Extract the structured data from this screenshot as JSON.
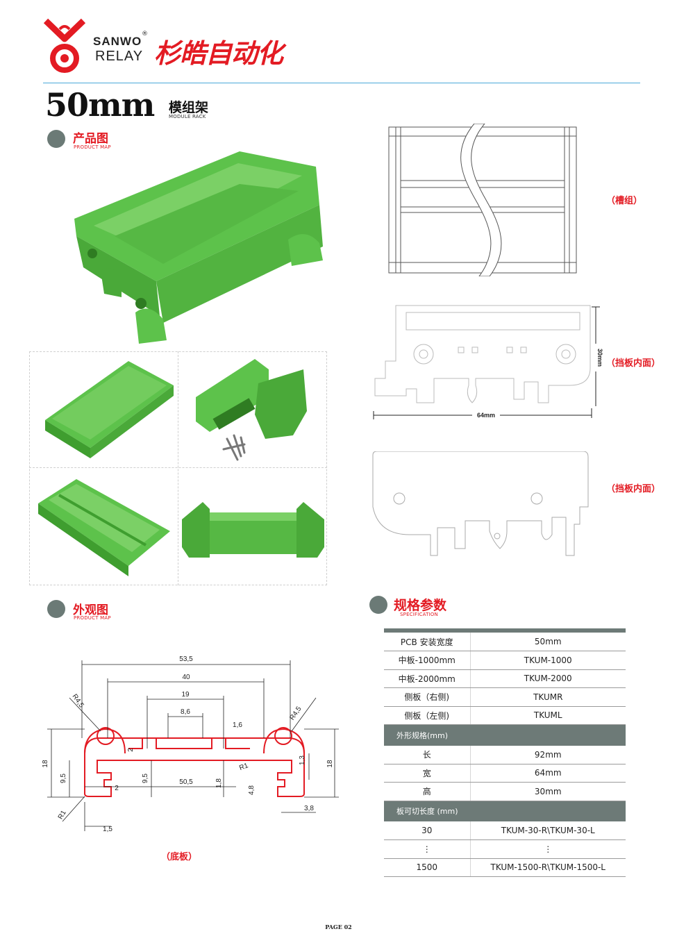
{
  "header": {
    "brand_en": "SANWO",
    "brand_reg": "®",
    "brand_relay": "RELAY",
    "brand_cn": "杉皓自动化"
  },
  "title": {
    "main": "50mm",
    "cn": "模组架",
    "en": "MODULE RACK"
  },
  "sections": {
    "product": {
      "cn": "产品图",
      "en": "PRODUCT MAP"
    },
    "outline": {
      "cn": "外观图",
      "en": "PRODUCT MAP"
    },
    "spec": {
      "cn": "规格参数",
      "en": "SPECIFICATION"
    }
  },
  "drawing_labels": {
    "slot": "（槽组）",
    "baffle_inner_1": "（挡板内面）",
    "baffle_inner_2": "（挡板内面）",
    "base": "（底板）",
    "dim_width": "64mm",
    "dim_height": "30mm"
  },
  "profile_dims": {
    "d1": "53,5",
    "d2": "40",
    "d3": "19",
    "d4": "8,6",
    "d5": "1,6",
    "d6": "R4,5",
    "d7": "R4,5",
    "d8": "18",
    "d9": "18",
    "d10": "9,5",
    "d11": "9,5",
    "d12": "50,5",
    "d13": "1,8",
    "d14": "2",
    "d15": "2",
    "d16": "1,3",
    "d17": "R1",
    "d18": "R1",
    "d19": "4,8",
    "d20": "3,8",
    "d21": "1,5"
  },
  "spec_table": {
    "rows_a": [
      {
        "k": "PCB 安装宽度",
        "v": "50mm"
      },
      {
        "k": "中板-1000mm",
        "v": "TKUM-1000"
      },
      {
        "k": "中板-2000mm",
        "v": "TKUM-2000"
      },
      {
        "k": "侧板（右侧)",
        "v": "TKUMR"
      },
      {
        "k": "侧板（左侧)",
        "v": "TKUML"
      }
    ],
    "head_b": "外形规格(mm)",
    "rows_b": [
      {
        "k": "长",
        "v": "92mm"
      },
      {
        "k": "宽",
        "v": "64mm"
      },
      {
        "k": "高",
        "v": "30mm"
      }
    ],
    "head_c": "板可切长度 (mm)",
    "rows_c": [
      {
        "k": "30",
        "v": "TKUM-30-R\\TKUM-30-L"
      },
      {
        "k": "⋮",
        "v": "⋮"
      },
      {
        "k": "1500",
        "v": "TKUM-1500-R\\TKUM-1500-L"
      }
    ]
  },
  "footer": {
    "page": "PAGE 02"
  },
  "colors": {
    "accent_red": "#e31b23",
    "product_green": "#5cc14a",
    "section_grey": "#6b7a76",
    "rule_blue": "#4aa8d8"
  }
}
